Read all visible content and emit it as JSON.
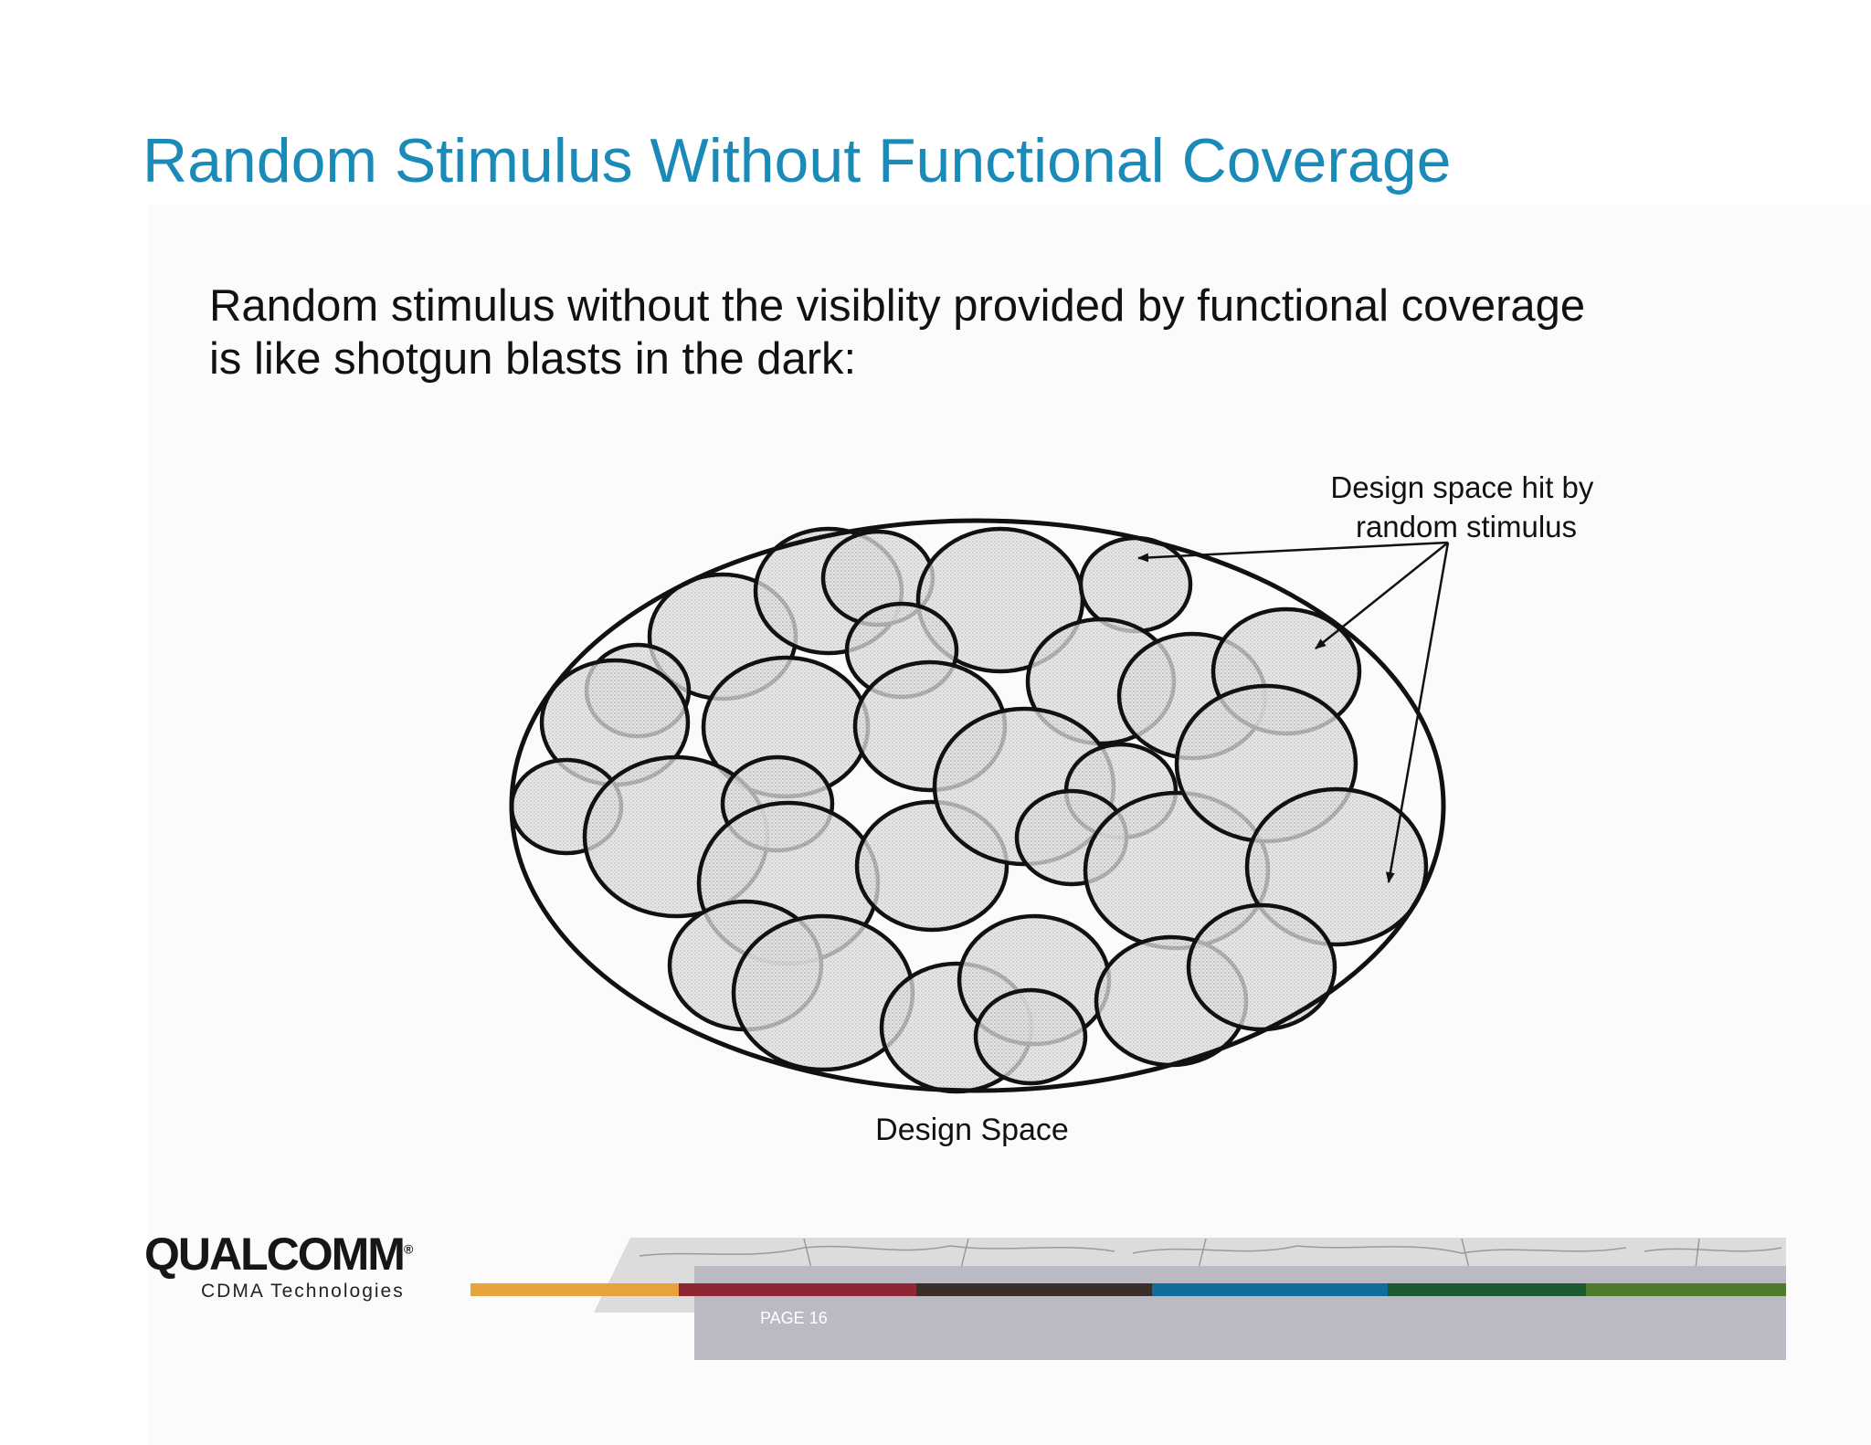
{
  "slide": {
    "title": "Random Stimulus Without Functional Coverage",
    "body_line1": "Random stimulus without the visiblity provided by functional coverage",
    "body_line2": "is like shotgun blasts in the dark:"
  },
  "diagram": {
    "hit_label_line1": "Design space hit by",
    "hit_label_line2": "random stimulus",
    "space_label": "Design Space"
  },
  "footer": {
    "logo_text": "QUALCOMM",
    "logo_registered": "®",
    "logo_subtitle": "CDMA Technologies",
    "page_label": "PAGE 16",
    "bar_colors": [
      "#e8a23c",
      "#8e2633",
      "#3b2d2a",
      "#0f6e9a",
      "#1d5a32",
      "#4e7a2c"
    ]
  }
}
